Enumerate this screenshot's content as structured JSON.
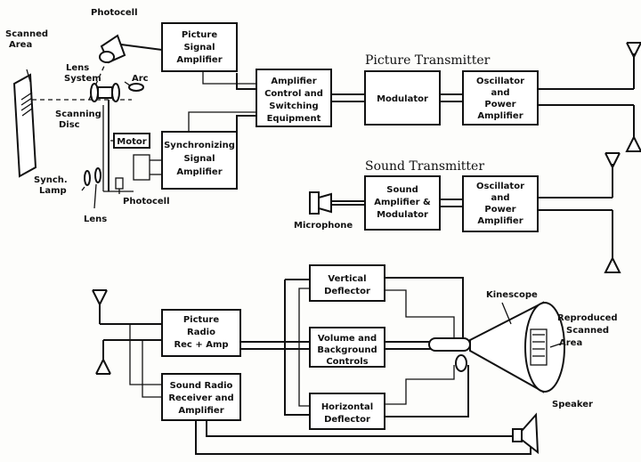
{
  "headings": {
    "picture_transmitter": "Picture Transmitter",
    "sound_transmitter": "Sound Transmitter"
  },
  "blocks": {
    "picture_signal_amplifier": [
      "Picture",
      "Signal",
      "Amplifier"
    ],
    "amplifier_control": [
      "Amplifier",
      "Control and",
      "Switching",
      "Equipment"
    ],
    "modulator": [
      "Modulator"
    ],
    "pic_oscillator": [
      "Oscillator",
      "and",
      "Power",
      "Amplifier"
    ],
    "sync_signal_amplifier": [
      "Synchronizing",
      "Signal",
      "Amplifier"
    ],
    "sound_amp_modulator": [
      "Sound",
      "Amplifier &",
      "Modulator"
    ],
    "sound_oscillator": [
      "Oscillator",
      "and",
      "Power",
      "Amplifier"
    ],
    "picture_radio": [
      "Picture",
      "Radio",
      "Rec + Amp"
    ],
    "sound_radio": [
      "Sound Radio",
      "Receiver and",
      "Amplifier"
    ],
    "vertical_deflector": [
      "Vertical",
      "Deflector"
    ],
    "volume_background": [
      "Volume and",
      "Background",
      "Controls"
    ],
    "horizontal_deflector": [
      "Horizontal",
      "Deflector"
    ],
    "motor": [
      "Motor"
    ]
  },
  "labels": {
    "photocell_top": "Photocell",
    "scanned_area": [
      "Scanned",
      "Area"
    ],
    "lens_system": [
      "Lens",
      "System"
    ],
    "arc": "Arc",
    "scanning_disc": [
      "Scanning",
      "Disc"
    ],
    "synch_lamp": [
      "Synch.",
      "Lamp"
    ],
    "lens": "Lens",
    "photocell_bottom": "Photocell",
    "microphone": "Microphone",
    "kinescope": "Kinescope",
    "reproduced_scanned_area": [
      "Reproduced",
      "Scanned",
      "Area"
    ],
    "speaker": "Speaker"
  }
}
